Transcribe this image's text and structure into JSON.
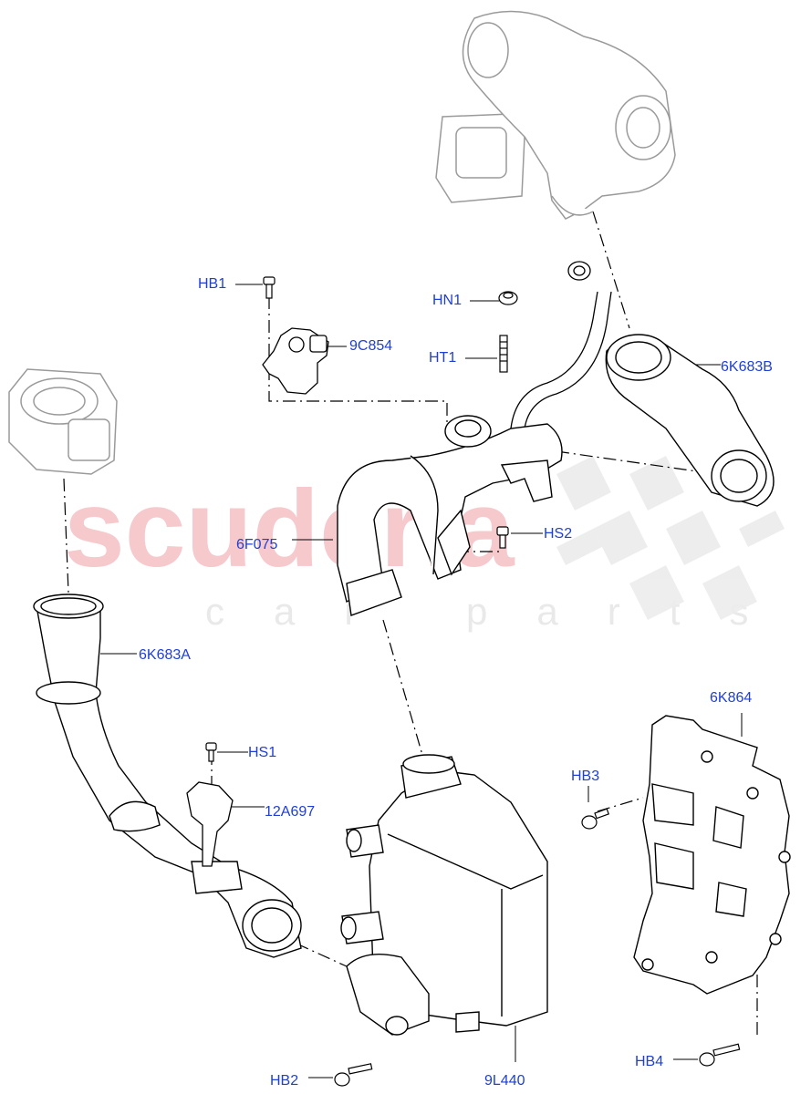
{
  "watermark": {
    "brand": "scuderia",
    "tagline": "car parts"
  },
  "callouts": {
    "hb1": "HB1",
    "hn1": "HN1",
    "c9c854": "9C854",
    "ht1": "HT1",
    "c6k683b": "6K683B",
    "hs2": "HS2",
    "c6f075": "6F075",
    "c6k683a": "6K683A",
    "hs1": "HS1",
    "c12a697": "12A697",
    "c6k864": "6K864",
    "hb3": "HB3",
    "hb2": "HB2",
    "c9l440": "9L440",
    "hb4": "HB4"
  },
  "colors": {
    "callout_text": "#1f3fd6",
    "line": "#000000",
    "ghost_part": "#9a9a9a",
    "watermark_red": "#f6c9cc"
  }
}
